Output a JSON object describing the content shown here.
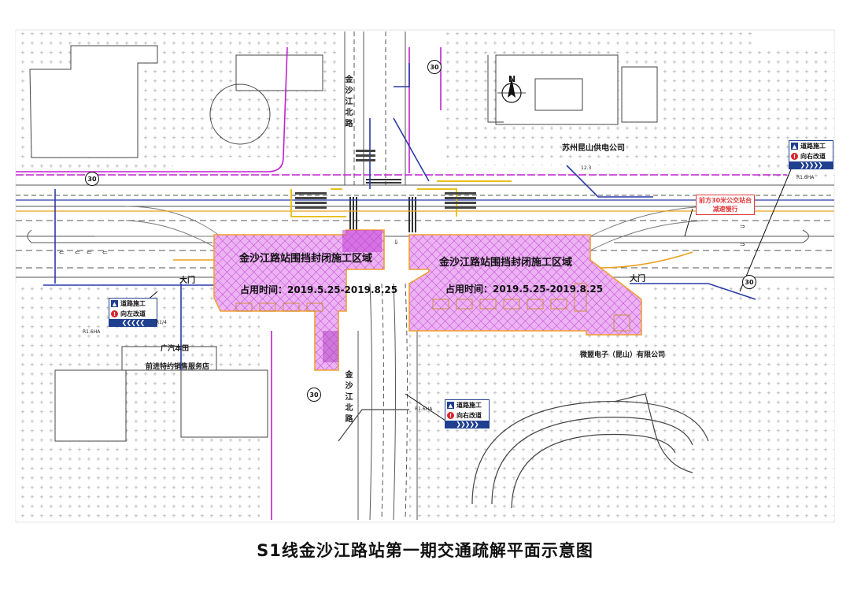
{
  "title": "S1线金沙江路站第一期交通疏解平面示意图",
  "zones": {
    "west": {
      "name": "金沙江路站围挡封闭施工区域",
      "period": "占用时间：2019.5.25-2019.8.25"
    },
    "east": {
      "name": "金沙江路站围挡封闭施工区域",
      "period": "占用时间：2019.5.25-2019.8.25"
    }
  },
  "roads": {
    "north": "金沙江北路",
    "south": "金沙江北路"
  },
  "places": {
    "power_company": "苏州昆山供电公司",
    "gac_toyota_line1": "广汽本田",
    "gac_toyota_line2": "前进特约销售服务店",
    "weiying": "微盟电子（昆山）有限公司",
    "gate": "大门"
  },
  "signs": {
    "road_work": "道路施工",
    "detour_right": "向右改道",
    "detour_left": "向左改道",
    "chevron_right": "❯❯❯❯❯",
    "chevron_left": "❮❮❮❮❮"
  },
  "warning_bus": {
    "line1": "前方30米公交站台",
    "line2": "减速慢行"
  },
  "speed_limits": [
    "30",
    "30",
    "30"
  ],
  "compass": "N",
  "small_labels": {
    "sign_code": "R1/4",
    "road_code": "R1.6HA",
    "elev": "12.3"
  },
  "colors": {
    "zone_fill": "#e7a6f0",
    "zone_hatch": "#c23ed6",
    "zone_border": "#f0a030",
    "sign_blue": "#1f3f8f",
    "warning_red": "#e23b3b",
    "pipeline_magenta": "#c020d0",
    "pipeline_blue": "#2a3aa8",
    "pipeline_orange": "#e8a020",
    "road_gray": "#555555"
  },
  "icons": {
    "road-work-icon": "worker",
    "no-entry-icon": "red-circle",
    "north-arrow-icon": "compass",
    "speed-limit-icon": "circle-number"
  }
}
